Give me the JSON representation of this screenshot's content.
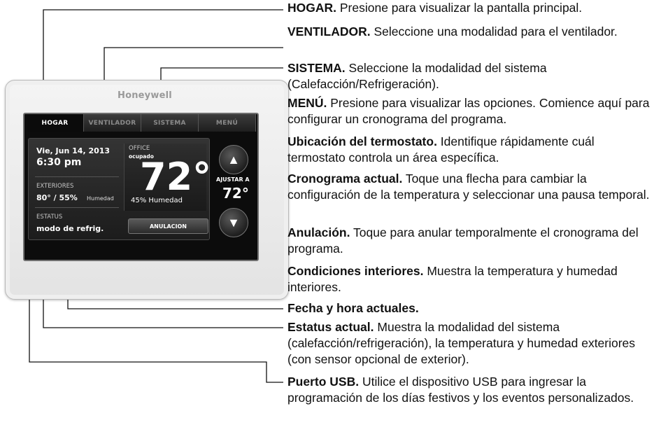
{
  "device": {
    "brand": "Honeywell",
    "tabs": [
      "HOGAR",
      "VENTILADOR",
      "SISTEMA",
      "MENÚ"
    ],
    "date": "Vie, Jun 14, 2013",
    "time": "6:30 pm",
    "exteriores_label": "EXTERIORES",
    "exteriores_value": "80° / 55%",
    "exteriores_humedad": "Humedad",
    "estatus_label": "ESTATUS",
    "estatus_value": "modo de refrig.",
    "location": "OFFICE",
    "occupancy": "ocupado",
    "indoor_temp": "72°",
    "indoor_humidity": "45% Humedad",
    "override_button": "ANULACION",
    "ajustar_label": "AJUSTAR A",
    "set_temp": "72°",
    "up_arrow": "▲",
    "down_arrow": "▼"
  },
  "callouts": {
    "hogar_title": "HOGAR.",
    "hogar_text": " Presione para visualizar la pantalla principal.",
    "vent_title": "VENTILADOR.",
    "vent_text": " Seleccione una modalidad para el ventilador.",
    "sist_title": "SISTEMA.",
    "sist_text": " Seleccione la modalidad del sistema (Calefacción/Refrigeración).",
    "menu_title": "MENÚ.",
    "menu_text": " Presione para visualizar las opciones. Comience aquí para configurar un cronograma del programa.",
    "ubic_title": "Ubicación del termostato.",
    "ubic_text": " Identifique rápidamente cuál termostato controla un área específica.",
    "crono_title": "Cronograma actual.",
    "crono_text": " Toque una flecha para cambiar la configuración de la temperatura y seleccionar una pausa temporal.",
    "anul_title": "Anulación.",
    "anul_text": " Toque para anular temporalmente el cronograma del programa.",
    "cond_title": "Condiciones interiores.",
    "cond_text": " Muestra la temperatura y humedad interiores.",
    "fecha_title": "Fecha y hora actuales.",
    "fecha_text": "",
    "estat_title": "Estatus actual.",
    "estat_text": " Muestra la modalidad del sistema (calefacción/refrigeración), la temperatura y humedad exteriores (con sensor opcional de exterior).",
    "usb_title": "Puerto USB.",
    "usb_text": " Utilice el dispositivo USB para ingresar la programación de los días festivos y los eventos personalizados."
  }
}
